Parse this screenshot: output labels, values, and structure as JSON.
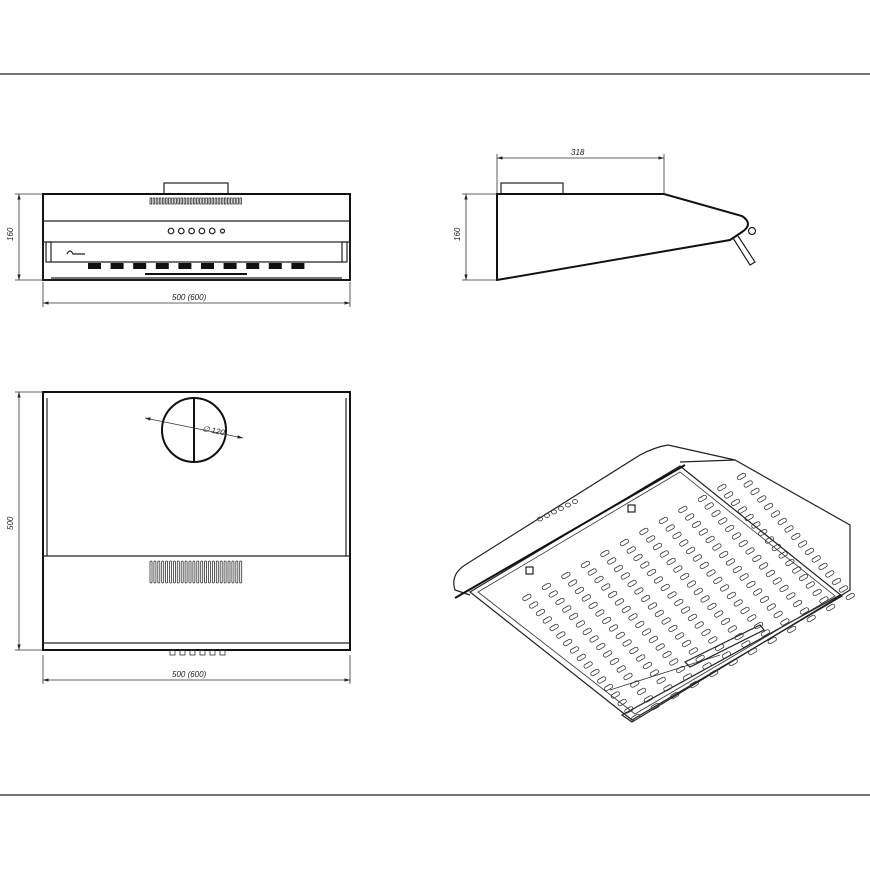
{
  "front_view": {
    "height_label": "160",
    "width_label": "500 (600)",
    "button_count": 6
  },
  "side_view": {
    "depth_label": "318",
    "height_label": "160"
  },
  "top_view": {
    "depth_label": "500",
    "width_label": "500 (600)",
    "duct_diameter_label": "∅ 120"
  },
  "colors": {
    "line": "#222222",
    "background": "#ffffff"
  }
}
